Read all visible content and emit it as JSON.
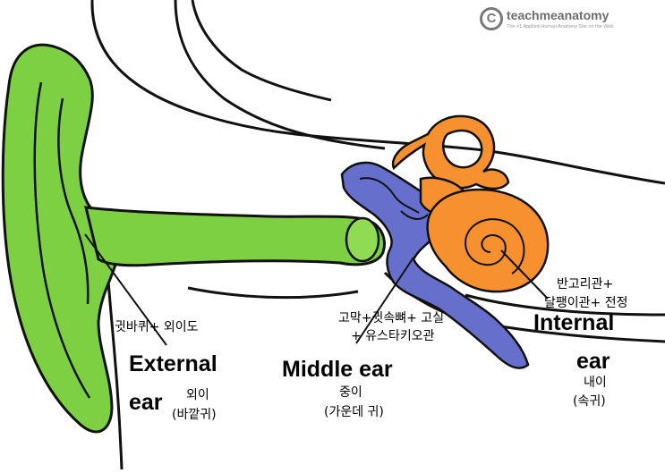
{
  "watermark": {
    "logo_glyph": "C",
    "brand": "teachmeanatomy",
    "tagline": "The #1 Applied Human Anatomy Site on the Web."
  },
  "labels": {
    "external": {
      "korean_top": "귓바퀴+ 외이도",
      "title_line1": "External",
      "title_line2": "ear",
      "korean_1": "외이",
      "korean_2": "(바깥귀)"
    },
    "middle": {
      "korean_top_1": "고막+귓속뼈+ 고실",
      "korean_top_2": "+ 유스타키오관",
      "title": "Middle ear",
      "korean_1": "중이",
      "korean_2": "(가운데 귀)"
    },
    "internal": {
      "korean_top_1": "반고리관+",
      "korean_top_2": "달팽이관+ 전정",
      "title_line1": "Internal",
      "title_line2": "ear",
      "korean_1": "내이",
      "korean_2": "(속귀)"
    }
  },
  "colors": {
    "external_ear": "#7ed043",
    "middle_ear": "#6670cc",
    "internal_ear": "#f7902f",
    "outline": "#111111"
  }
}
